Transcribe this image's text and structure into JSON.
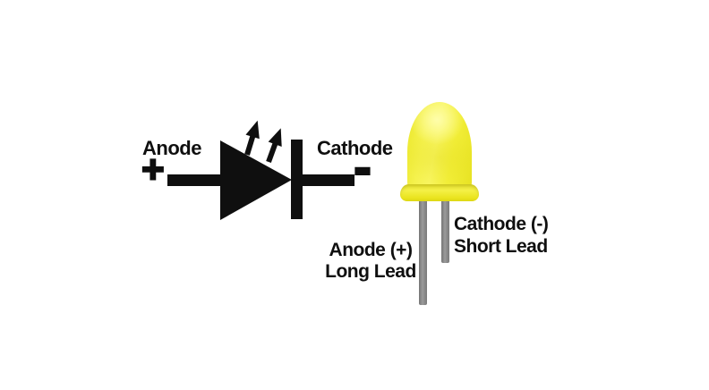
{
  "diagram": {
    "title": "LED polarity diagram",
    "background_color": "#ffffff",
    "symbol_color": "#0f0f0f"
  },
  "schematic": {
    "anode_label": "Anode",
    "anode_sign": "+",
    "cathode_label": "Cathode",
    "cathode_sign": "-",
    "icons": [
      "diode-triangle",
      "cathode-bar",
      "light-emission-arrows"
    ]
  },
  "led": {
    "body_color": "#f2ee38",
    "body_highlight_color": "#fdfc90",
    "body_shade_color": "#ddd714",
    "lead_color": "#8b8b8b",
    "anode_label": {
      "line1": "Anode (+)",
      "line2": "Long Lead"
    },
    "cathode_label": {
      "line1": "Cathode (-)",
      "line2": "Short Lead"
    }
  }
}
